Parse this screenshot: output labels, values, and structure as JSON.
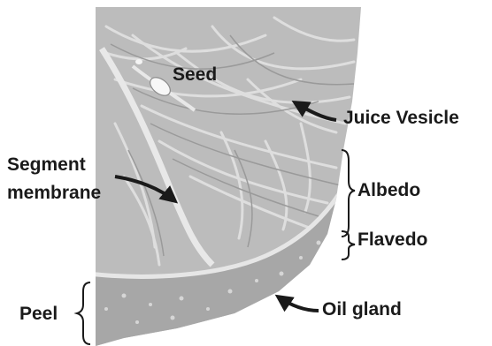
{
  "labels": {
    "seed": "Seed",
    "juice_vesicle": "Juice Vesicle",
    "segment_membrane_line1": "Segment",
    "segment_membrane_line2": "membrane",
    "albedo": "Albedo",
    "flavedo": "Flavedo",
    "peel": "Peel",
    "oil_gland": "Oil gland"
  },
  "colors": {
    "text": "#1a1a1a",
    "pulp": "#bcbcbc",
    "peel": "#a7a7a7",
    "membrane": "#e8e8e8"
  }
}
